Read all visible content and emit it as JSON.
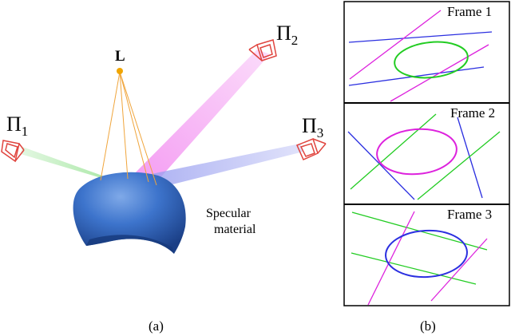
{
  "panel_a": {
    "caption": "(a)",
    "light": {
      "label": "L"
    },
    "cameras": [
      {
        "symbol": "Π",
        "subscript": "1"
      },
      {
        "symbol": "Π",
        "subscript": "2"
      },
      {
        "symbol": "Π",
        "subscript": "3"
      }
    ],
    "material_label_line1": "Specular",
    "material_label_line2": "material"
  },
  "panel_b": {
    "caption": "(b)",
    "frames": [
      {
        "title": "Frame 1"
      },
      {
        "title": "Frame 2"
      },
      {
        "title": "Frame 3"
      }
    ]
  },
  "colors": {
    "camera": "#e0453f",
    "light": "#f0a500",
    "light_rays": "#f0a53c",
    "beam_1": "#8ee08a",
    "beam_2": "#f28af0",
    "beam_3": "#9aa0f0",
    "sphere_light": "#4f86d8",
    "sphere_dark": "#1f4c98",
    "blue": "#2b2fe0",
    "green": "#22cc22",
    "magenta": "#dd22dd"
  }
}
